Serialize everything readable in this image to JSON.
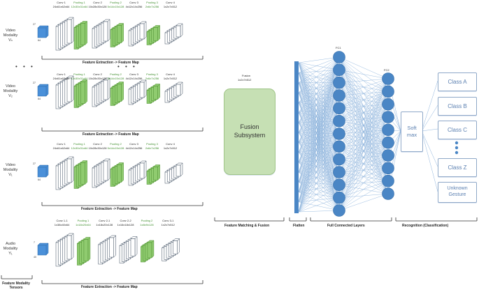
{
  "branches": [
    {
      "modality": "Video Modality Vₙ",
      "in_top": "27",
      "in_bottom": "64",
      "layers": [
        {
          "name": "Conv 1",
          "dims": "24x61x62x64",
          "kind": "conv"
        },
        {
          "name": "Pooling 1",
          "dims": "12x30x31x64",
          "kind": "pool"
        },
        {
          "name": "Conv 2",
          "dims": "10x28x30x128",
          "kind": "conv"
        },
        {
          "name": "Pooling 2",
          "dims": "5x14x15x128",
          "kind": "pool"
        },
        {
          "name": "Conv 3",
          "dims": "4x12x14x256",
          "kind": "conv"
        },
        {
          "name": "Pooling 3",
          "dims": "2x6x7x256",
          "kind": "pool"
        },
        {
          "name": "Conv 4",
          "dims": "1x2x7x512",
          "kind": "conv"
        }
      ],
      "caption": "Feature Extraction -> Feature Map"
    },
    {
      "modality": "Video Modality V₂",
      "in_top": "27",
      "in_bottom": "64",
      "layers": [
        {
          "name": "Conv 1",
          "dims": "24x61x62x64",
          "kind": "conv"
        },
        {
          "name": "Pooling 1",
          "dims": "12x30x31x64",
          "kind": "pool"
        },
        {
          "name": "Conv 2",
          "dims": "10x28x30x128",
          "kind": "conv"
        },
        {
          "name": "Pooling 2",
          "dims": "5x14x15x128",
          "kind": "pool"
        },
        {
          "name": "Conv 3",
          "dims": "4x12x14x256",
          "kind": "conv"
        },
        {
          "name": "Pooling 3",
          "dims": "2x6x7x256",
          "kind": "pool"
        },
        {
          "name": "Conv 4",
          "dims": "1x2x7x512",
          "kind": "conv"
        }
      ],
      "caption": "Feature Extraction -> Feature Map"
    },
    {
      "modality": "Video Modality V₁",
      "in_top": "27",
      "in_bottom": "64",
      "layers": [
        {
          "name": "Conv 1",
          "dims": "24x61x62x64",
          "kind": "conv"
        },
        {
          "name": "Pooling 1",
          "dims": "12x30x31x64",
          "kind": "pool"
        },
        {
          "name": "Conv 2",
          "dims": "10x28x30x128",
          "kind": "conv"
        },
        {
          "name": "Pooling 2",
          "dims": "5x14x15x128",
          "kind": "pool"
        },
        {
          "name": "Conv 3",
          "dims": "4x12x14x256",
          "kind": "conv"
        },
        {
          "name": "Pooling 3",
          "dims": "2x6x7x256",
          "kind": "pool"
        },
        {
          "name": "Conv 4",
          "dims": "1x2x7x512",
          "kind": "conv"
        }
      ],
      "caption": "Feature Extraction -> Feature Map"
    },
    {
      "modality": "Audio Modality Y₁",
      "in_top": "7",
      "in_bottom": "40",
      "layers": [
        {
          "name": "Conv 1-1",
          "dims": "1x38x40x64",
          "kind": "conv"
        },
        {
          "name": "Pooling 1",
          "dims": "1x18x20x64",
          "kind": "pool"
        },
        {
          "name": "Conv 2-1",
          "dims": "1x18x20x128",
          "kind": "conv"
        },
        {
          "name": "Conv 2-2",
          "dims": "1x16x18x128",
          "kind": "conv"
        },
        {
          "name": "Pooling 2",
          "dims": "1x8x9x128",
          "kind": "pool"
        },
        {
          "name": "Conv 3-1",
          "dims": "1x2x7x512",
          "kind": "conv"
        }
      ],
      "caption": "Feature Extraction -> Feature Map"
    }
  ],
  "ellipsis": "• • •",
  "tensors_label": "Feature Modality Tensors",
  "fusion": {
    "title": "Fusion",
    "dims": "1x2x7x512",
    "box_label": "Fusion Subsystem",
    "caption": "Feature Matching & Fusion"
  },
  "network": {
    "fc1_label": "FC1",
    "fc2_label": "FC2",
    "flatten_caption": "Flatten",
    "fc_caption": "Full Connected Layers",
    "fc1_nodes": 13,
    "fc2_nodes": 10
  },
  "softmax_label": "Soft max",
  "classes": [
    "Class A",
    "Class B",
    "Class C",
    "Class Z",
    "Unknown Gesture"
  ],
  "recognition_caption": "Recognition (Classification)",
  "colors": {
    "conv": "#ffffff",
    "pool": "#8fcb6f",
    "node": "#4a86c5",
    "edge": "#8fb4dc",
    "fusion_fill": "#c6e0b4",
    "input_cube": "#4a90d9",
    "class_text": "#5a7fb0"
  }
}
